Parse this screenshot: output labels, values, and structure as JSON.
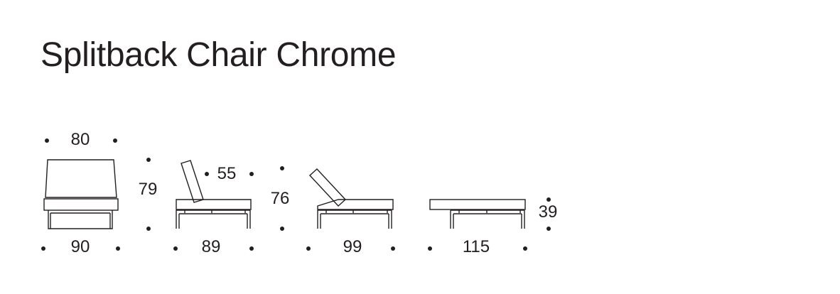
{
  "product": {
    "title": "Splitback Chair Chrome"
  },
  "views": [
    {
      "name": "upright-front",
      "width": "80",
      "height": "79",
      "base_width": "90"
    },
    {
      "name": "upright-side",
      "depth": "55",
      "height": "76",
      "base_width": "89"
    },
    {
      "name": "reclined-side",
      "base_width": "99"
    },
    {
      "name": "flat-side",
      "height": "39",
      "base_width": "115"
    }
  ],
  "colors": {
    "line": "#231f20",
    "background": "#ffffff"
  }
}
